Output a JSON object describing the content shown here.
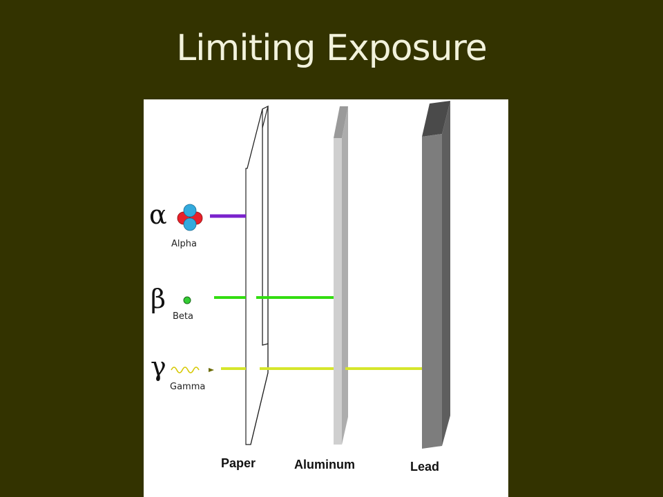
{
  "slide": {
    "title": "Limiting Exposure"
  },
  "colors": {
    "background": "#333300",
    "title": "#f2f2dc",
    "alpha_beam": "#7a22cc",
    "beta_beam": "#33dd11",
    "gamma_beam": "#d6e62b",
    "proton": "#e8202a",
    "neutron": "#33aadd",
    "beta_particle": "#33cc33",
    "aluminum": "#c8c8c8",
    "lead": "#7a7a7a"
  },
  "radiation": [
    {
      "symbol": "α",
      "label": "Alpha"
    },
    {
      "symbol": "β",
      "label": "Beta"
    },
    {
      "symbol": "γ",
      "label": "Gamma"
    }
  ],
  "barriers": [
    {
      "label": "Paper"
    },
    {
      "label": "Aluminum"
    },
    {
      "label": "Lead"
    }
  ]
}
